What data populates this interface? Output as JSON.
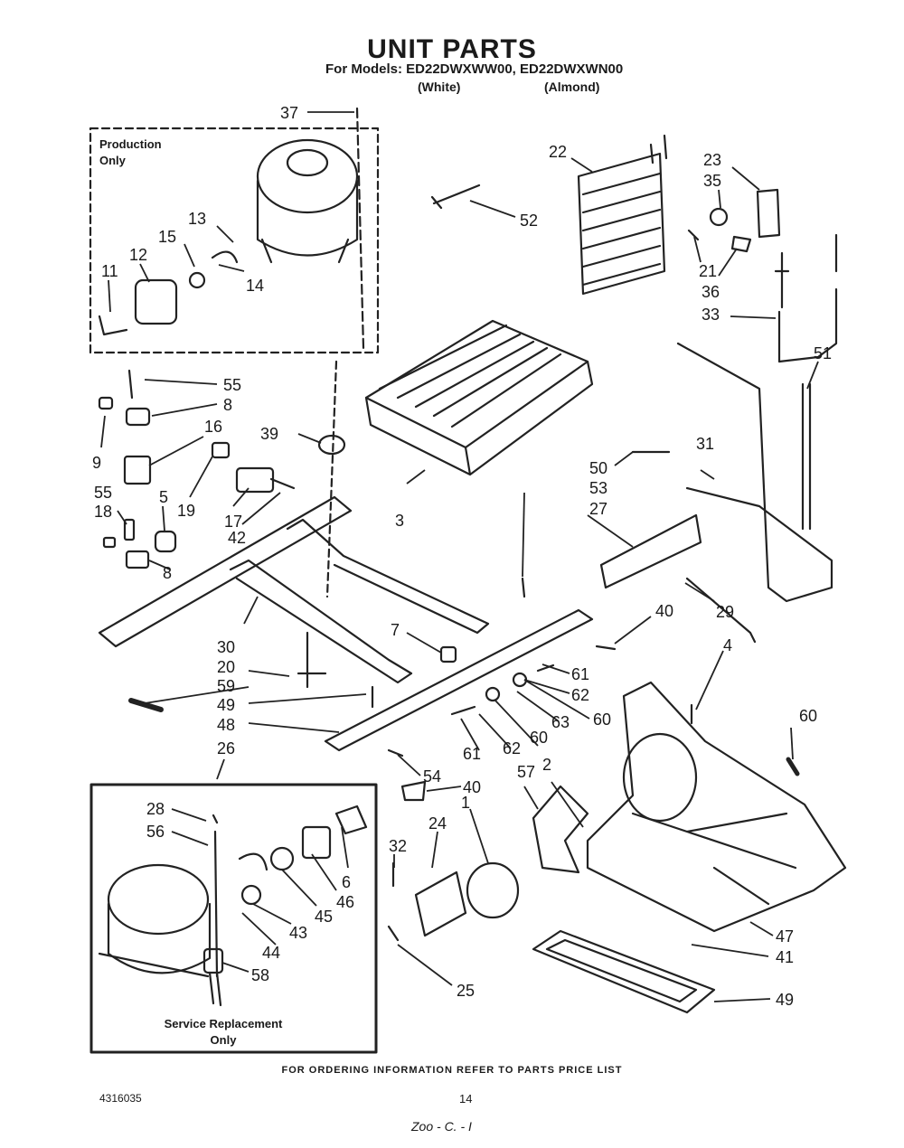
{
  "header": {
    "title": "UNIT PARTS",
    "models_line": "For Models: ED22DWXWW00, ED22DWXWN00",
    "finish_white": "(White)",
    "finish_almond": "(Almond)"
  },
  "production_box": {
    "label_line1": "Production",
    "label_line2": "Only"
  },
  "service_box": {
    "label_line1": "Service Replacement",
    "label_line2": "Only"
  },
  "footer": {
    "ordering_note": "FOR ORDERING INFORMATION REFER TO PARTS PRICE LIST",
    "doc_number": "4316035",
    "page_number": "14",
    "handwritten_note": "Zoo - C. - I"
  },
  "part_numbers": [
    "37",
    "13",
    "15",
    "12",
    "11",
    "14",
    "22",
    "52",
    "23",
    "35",
    "21",
    "36",
    "33",
    "51",
    "55",
    "8",
    "9",
    "16",
    "39",
    "3",
    "19",
    "17",
    "42",
    "55",
    "18",
    "5",
    "8",
    "50",
    "53",
    "31",
    "27",
    "29",
    "40",
    "4",
    "7",
    "30",
    "20",
    "59",
    "49",
    "48",
    "61",
    "62",
    "60",
    "63",
    "60",
    "61",
    "62",
    "60",
    "54",
    "40",
    "26",
    "28",
    "56",
    "57",
    "2",
    "1",
    "24",
    "32",
    "6",
    "46",
    "45",
    "43",
    "44",
    "58",
    "47",
    "41",
    "49",
    "25",
    "49"
  ]
}
